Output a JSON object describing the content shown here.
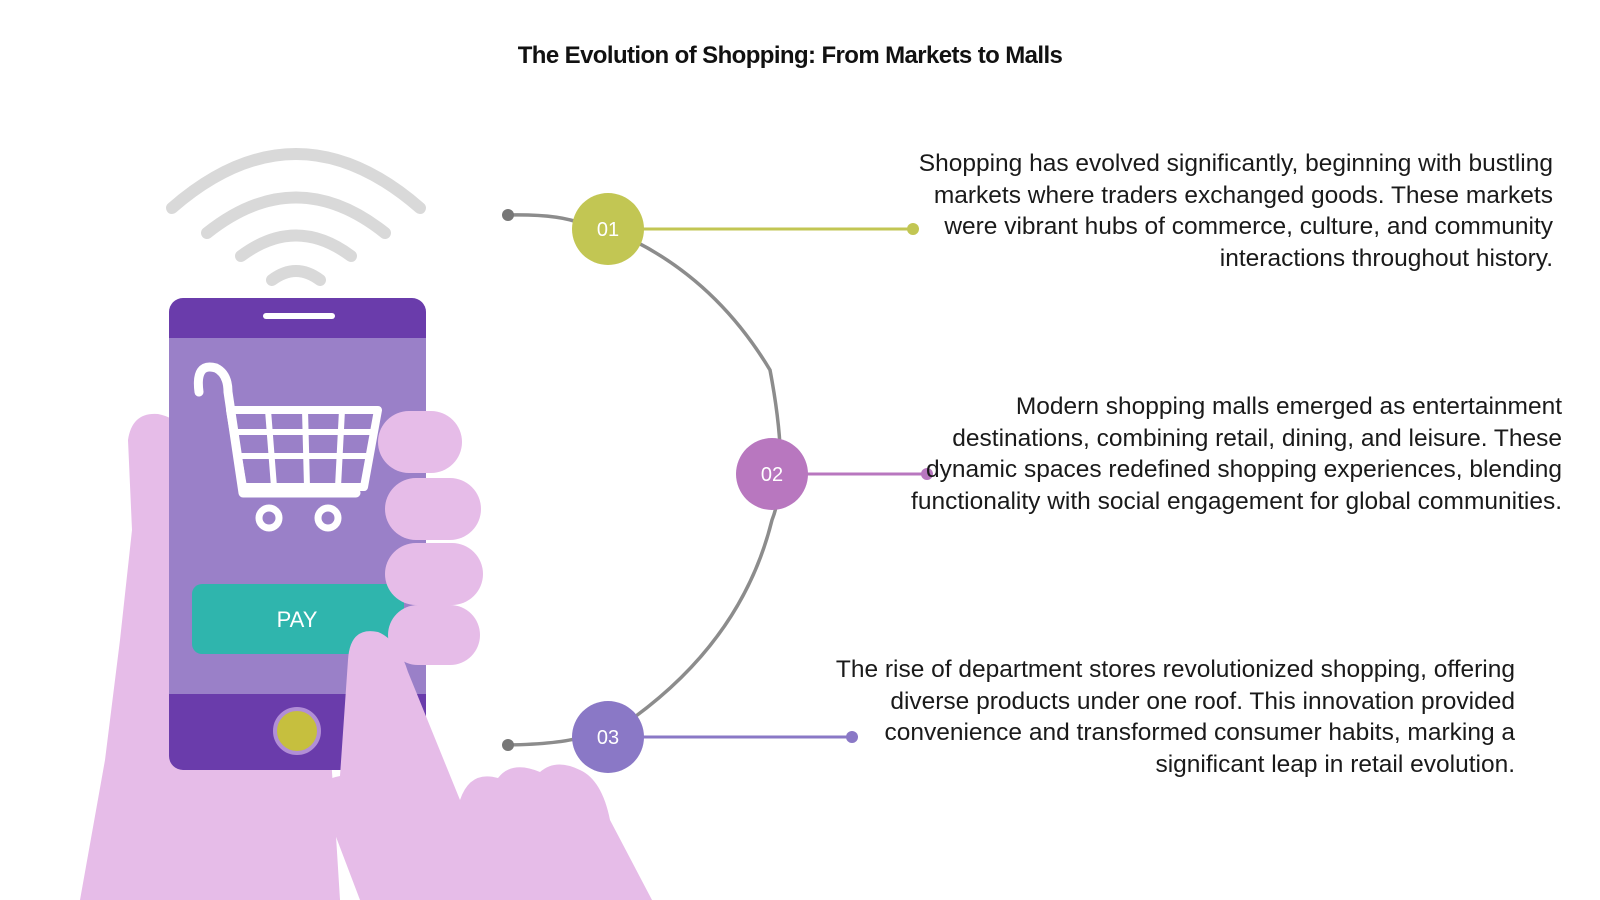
{
  "title": "The Evolution of Shopping: From Markets to Malls",
  "phone": {
    "pay_label": "PAY"
  },
  "steps": [
    {
      "number": "01",
      "color": "#c2c653",
      "text": "Shopping has evolved significantly, beginning with bustling markets where traders exchanged goods. These markets were vibrant hubs of commerce, culture, and community interactions throughout history."
    },
    {
      "number": "02",
      "color": "#b877bf",
      "text": "Modern shopping malls emerged as entertainment destinations, combining retail, dining, and leisure. These dynamic spaces redefined shopping experiences, blending functionality with social engagement for global communities."
    },
    {
      "number": "03",
      "color": "#8a78c6",
      "text": "The rise of department stores revolutionized shopping, offering diverse products under one roof. This innovation provided convenience and transformed consumer habits, marking a significant leap in retail evolution."
    }
  ],
  "colors": {
    "phone_dark": "#6a3cab",
    "phone_screen": "#9a80c8",
    "hand": "#e6bce8",
    "pay_button": "#2fb5ad",
    "wifi": "#d8d8d8",
    "connector": "#8c8c8c"
  },
  "icons": [
    "wifi-icon",
    "shopping-cart-icon"
  ]
}
